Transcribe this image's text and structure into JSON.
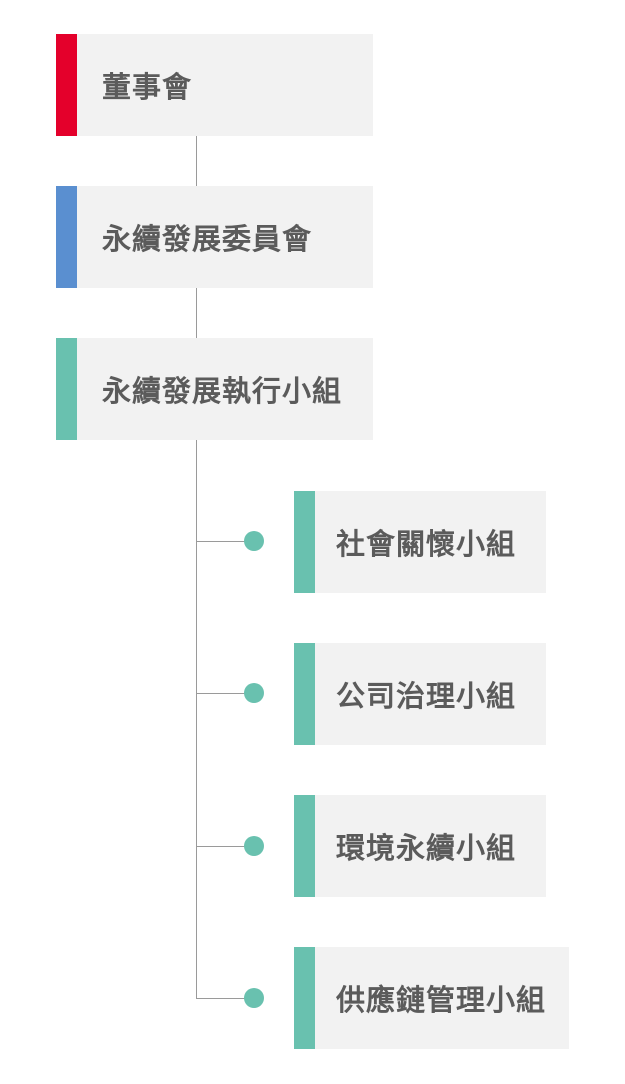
{
  "colors": {
    "board": "#e4002b",
    "committee": "#5a8fd0",
    "group": "#69c1af",
    "box_bg": "#f2f2f2",
    "text": "#5b5b5b",
    "line": "#9a9a9a"
  },
  "hierarchy": {
    "board": "董事會",
    "committee": "永續發展委員會",
    "executive_group": "永續發展執行小組",
    "subgroups": [
      "社會關懷小組",
      "公司治理小組",
      "環境永續小組",
      "供應鏈管理小組"
    ]
  }
}
